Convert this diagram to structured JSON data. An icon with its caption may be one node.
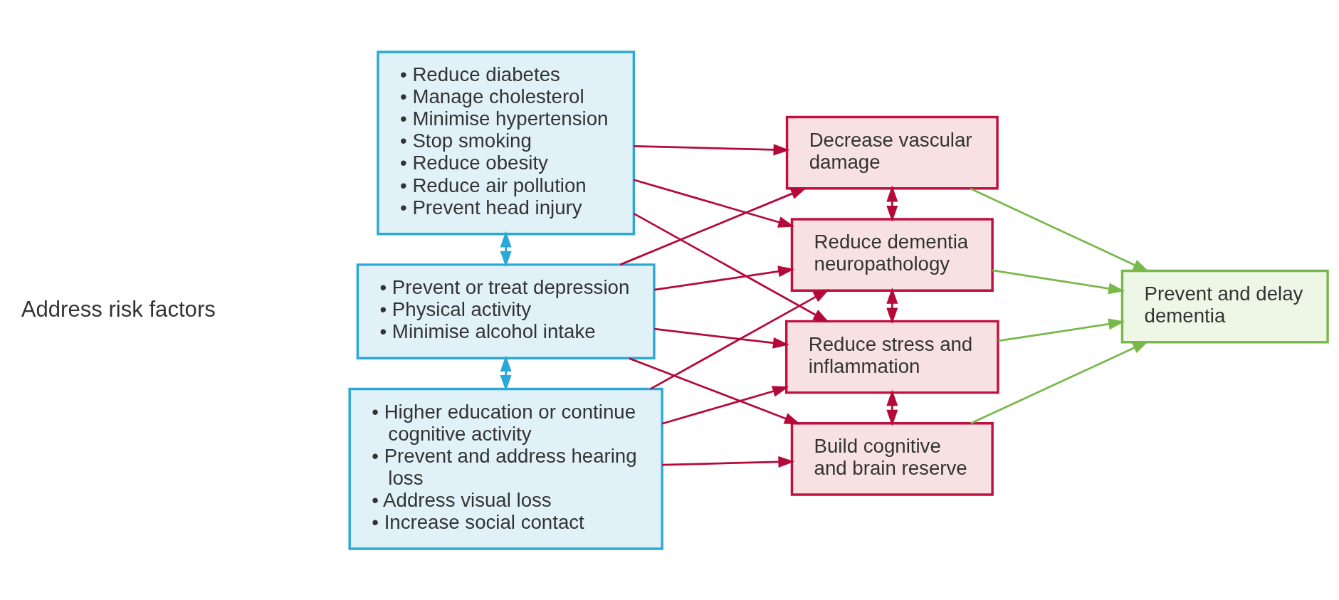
{
  "diagram": {
    "nodes": [
      {
        "text": [
          "• Reduce diabetes",
          "• Manage cholesterol",
          "• Minimise hypertension",
          "• Stop smoking",
          "• Reduce obesity",
          "• Reduce air pollution",
          "• Prevent head injury"
        ]
      },
      {
        "text": [
          "• Prevent or treat depression",
          "• Physical activity",
          "• Minimise alcohol intake"
        ]
      },
      {
        "text": [
          "• Higher education or continue cognitive activity",
          "• Prevent and address hearing loss",
          "• Address visual loss",
          "• Increase social contact"
        ]
      },
      {
        "text": [
          "Decrease vascular damage"
        ]
      },
      {
        "text": [
          "Reduce dementia neuropathology"
        ]
      },
      {
        "text": [
          "Reduce stress and inflammation"
        ]
      },
      {
        "text": [
          "Build cognitive and brain reserve"
        ]
      },
      {
        "text": [
          "Prevent and delay dementia"
        ]
      }
    ],
    "edges": [
      {
        "from": 0,
        "to": 1,
        "arrow": "both",
        "color": "#2aa9d6"
      },
      {
        "from": 1,
        "to": 2,
        "arrow": "both",
        "color": "#2aa9d6"
      },
      {
        "from": 0,
        "to": 3,
        "arrow": "to"
      },
      {
        "from": 0,
        "to": 4,
        "arrow": "to"
      },
      {
        "from": 0,
        "to": 5,
        "arrow": "to"
      },
      {
        "from": 1,
        "to": 3,
        "arrow": "to"
      },
      {
        "from": 1,
        "to": 4,
        "arrow": "to"
      },
      {
        "from": 1,
        "to": 5,
        "arrow": "to"
      },
      {
        "from": 1,
        "to": 6,
        "arrow": "to"
      },
      {
        "from": 2,
        "to": 4,
        "arrow": "to"
      },
      {
        "from": 2,
        "to": 5,
        "arrow": "to"
      },
      {
        "from": 2,
        "to": 6,
        "arrow": "to"
      },
      {
        "from": 3,
        "to": 4,
        "arrow": "both"
      },
      {
        "from": 4,
        "to": 5,
        "arrow": "both"
      },
      {
        "from": 5,
        "to": 6,
        "arrow": "both"
      },
      {
        "from": 3,
        "to": 7,
        "arrow": "to",
        "color": "#79b84a"
      },
      {
        "from": 4,
        "to": 7,
        "arrow": "to",
        "color": "#79b84a"
      },
      {
        "from": 5,
        "to": 7,
        "arrow": "to",
        "color": "#79b84a"
      },
      {
        "from": 6,
        "to": 7,
        "arrow": "to",
        "color": "#79b84a"
      }
    ],
    "labels": [
      "Address risk factors"
    ]
  }
}
